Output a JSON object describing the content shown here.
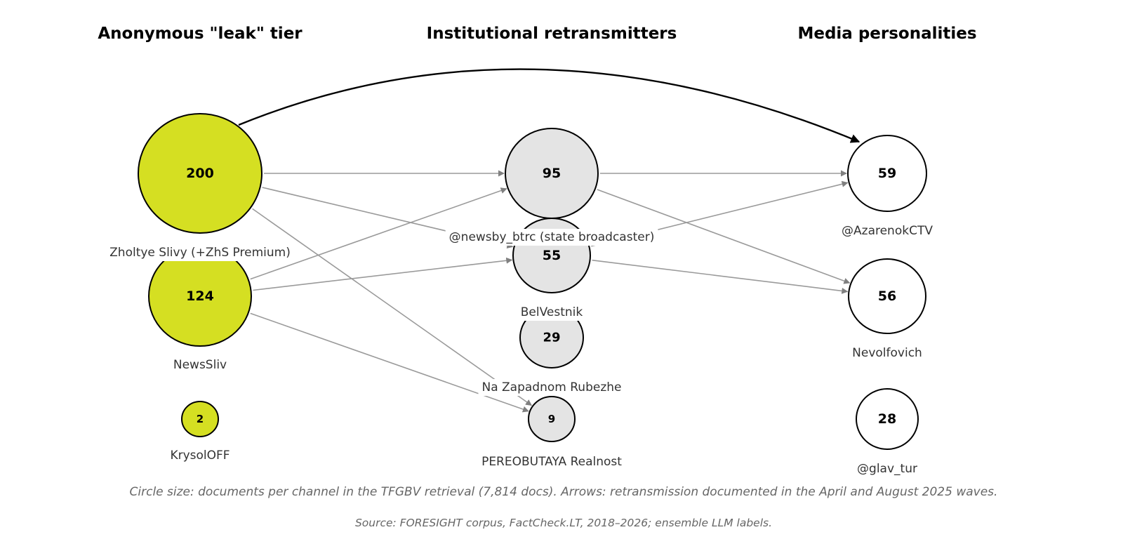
{
  "tiers": [
    {
      "title": "Anonymous \"leak\" tier",
      "fill": "#d5df22"
    },
    {
      "title": "Institutional retransmitters",
      "fill": "#e4e4e4"
    },
    {
      "title": "Media personalities",
      "fill": "#ffffff"
    }
  ],
  "nodes": [
    {
      "id": "zholtye",
      "tier": 0,
      "value": "200",
      "label": "Zholtye Slivy (+ZhS Premium)"
    },
    {
      "id": "newssliv",
      "tier": 0,
      "value": "124",
      "label": "NewsSliv"
    },
    {
      "id": "krysoloff",
      "tier": 0,
      "value": "2",
      "label": "KrysolOFF"
    },
    {
      "id": "newsby",
      "tier": 1,
      "value": "95",
      "label": "@newsby_btrc (state broadcaster)"
    },
    {
      "id": "belvestnik",
      "tier": 1,
      "value": "55",
      "label": "BelVestnik"
    },
    {
      "id": "nazapadnom",
      "tier": 1,
      "value": "29",
      "label": "Na Zapadnom Rubezhe"
    },
    {
      "id": "pereobutaya",
      "tier": 1,
      "value": "9",
      "label": "PEREOBUTAYA Realnost"
    },
    {
      "id": "azarenok",
      "tier": 2,
      "value": "59",
      "label": "@AzarenokCTV"
    },
    {
      "id": "nevolfovich",
      "tier": 2,
      "value": "56",
      "label": "Nevolfovich"
    },
    {
      "id": "glavtur",
      "tier": 2,
      "value": "28",
      "label": "@glav_tur"
    }
  ],
  "edges": [
    {
      "from": "zholtye",
      "to": "newsby"
    },
    {
      "from": "zholtye",
      "to": "belvestnik"
    },
    {
      "from": "zholtye",
      "to": "pereobutaya"
    },
    {
      "from": "newssliv",
      "to": "newsby"
    },
    {
      "from": "newssliv",
      "to": "belvestnik"
    },
    {
      "from": "newssliv",
      "to": "pereobutaya"
    },
    {
      "from": "newsby",
      "to": "azarenok"
    },
    {
      "from": "newsby",
      "to": "nevolfovich"
    },
    {
      "from": "belvestnik",
      "to": "azarenok"
    },
    {
      "from": "belvestnik",
      "to": "nevolfovich"
    },
    {
      "from": "zholtye",
      "to": "azarenok",
      "highlight": true
    }
  ],
  "caption": "Circle size: documents per channel in the TFGBV retrieval (7,814 docs). Arrows: retransmission documented in the April and August 2025 waves.",
  "source": "Source: FORESIGHT corpus, FactCheck.LT, 2018–2026; ensemble LLM labels."
}
